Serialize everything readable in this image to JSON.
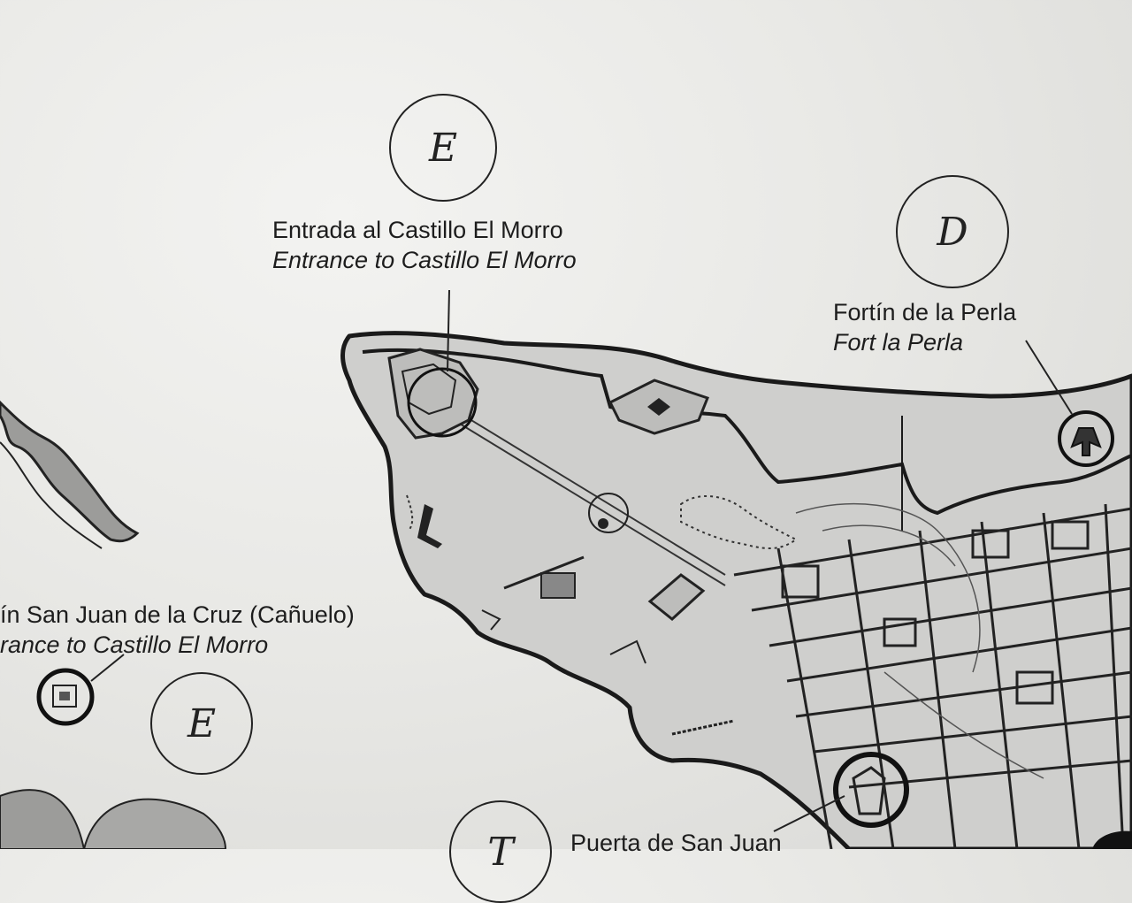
{
  "markers": {
    "e_top": "E",
    "d": "D",
    "e_left": "E",
    "t_bottom": "T"
  },
  "labels": {
    "morro_es": "Entrada al Castillo El Morro",
    "morro_en": "Entrance to Castillo El Morro",
    "perla_es": "Fortín de la Perla",
    "perla_en": "Fort la Perla",
    "canuelo_es": "ín San Juan de la Cruz (Cañuelo)",
    "canuelo_en": "rance to Castillo El Morro",
    "sanjuan_partial": "Puerta de San Juan"
  },
  "icons": [
    "fort-icon",
    "lighthouse-icon",
    "gate-icon"
  ]
}
